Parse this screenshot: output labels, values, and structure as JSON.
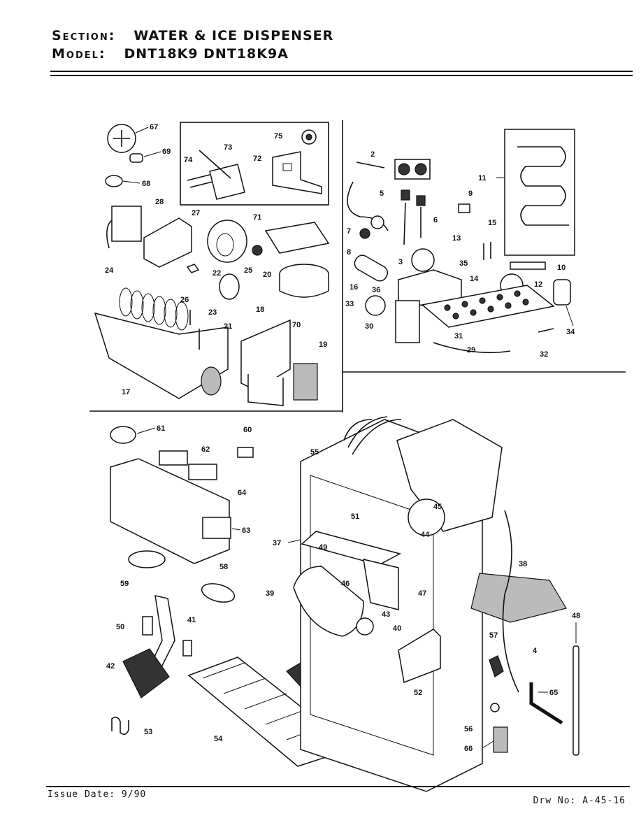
{
  "header": {
    "section_label": "Section:",
    "section_value": "WATER & ICE DISPENSER",
    "model_label": "Model:",
    "model_value": "DNT18K9  DNT18K9A"
  },
  "footer": {
    "issue_date": "Issue Date: 9/90",
    "drawing_no": "Drw No: A-45-16"
  },
  "callouts": [
    "67",
    "69",
    "68",
    "28",
    "27",
    "73",
    "74",
    "72",
    "75",
    "71",
    "22",
    "20",
    "25",
    "24",
    "26",
    "23",
    "21",
    "18",
    "19",
    "70",
    "17",
    "2",
    "11",
    "9",
    "5",
    "6",
    "7",
    "8",
    "15",
    "13",
    "3",
    "35",
    "16",
    "36",
    "10",
    "12",
    "14",
    "33",
    "34",
    "30",
    "31",
    "29",
    "32",
    "61",
    "60",
    "62",
    "64",
    "63",
    "59",
    "58",
    "50",
    "41",
    "42",
    "53",
    "54",
    "55",
    "37",
    "51",
    "45",
    "44",
    "49",
    "46",
    "47",
    "43",
    "39",
    "40",
    "38",
    "48",
    "57",
    "4",
    "65",
    "56",
    "66",
    "52"
  ]
}
